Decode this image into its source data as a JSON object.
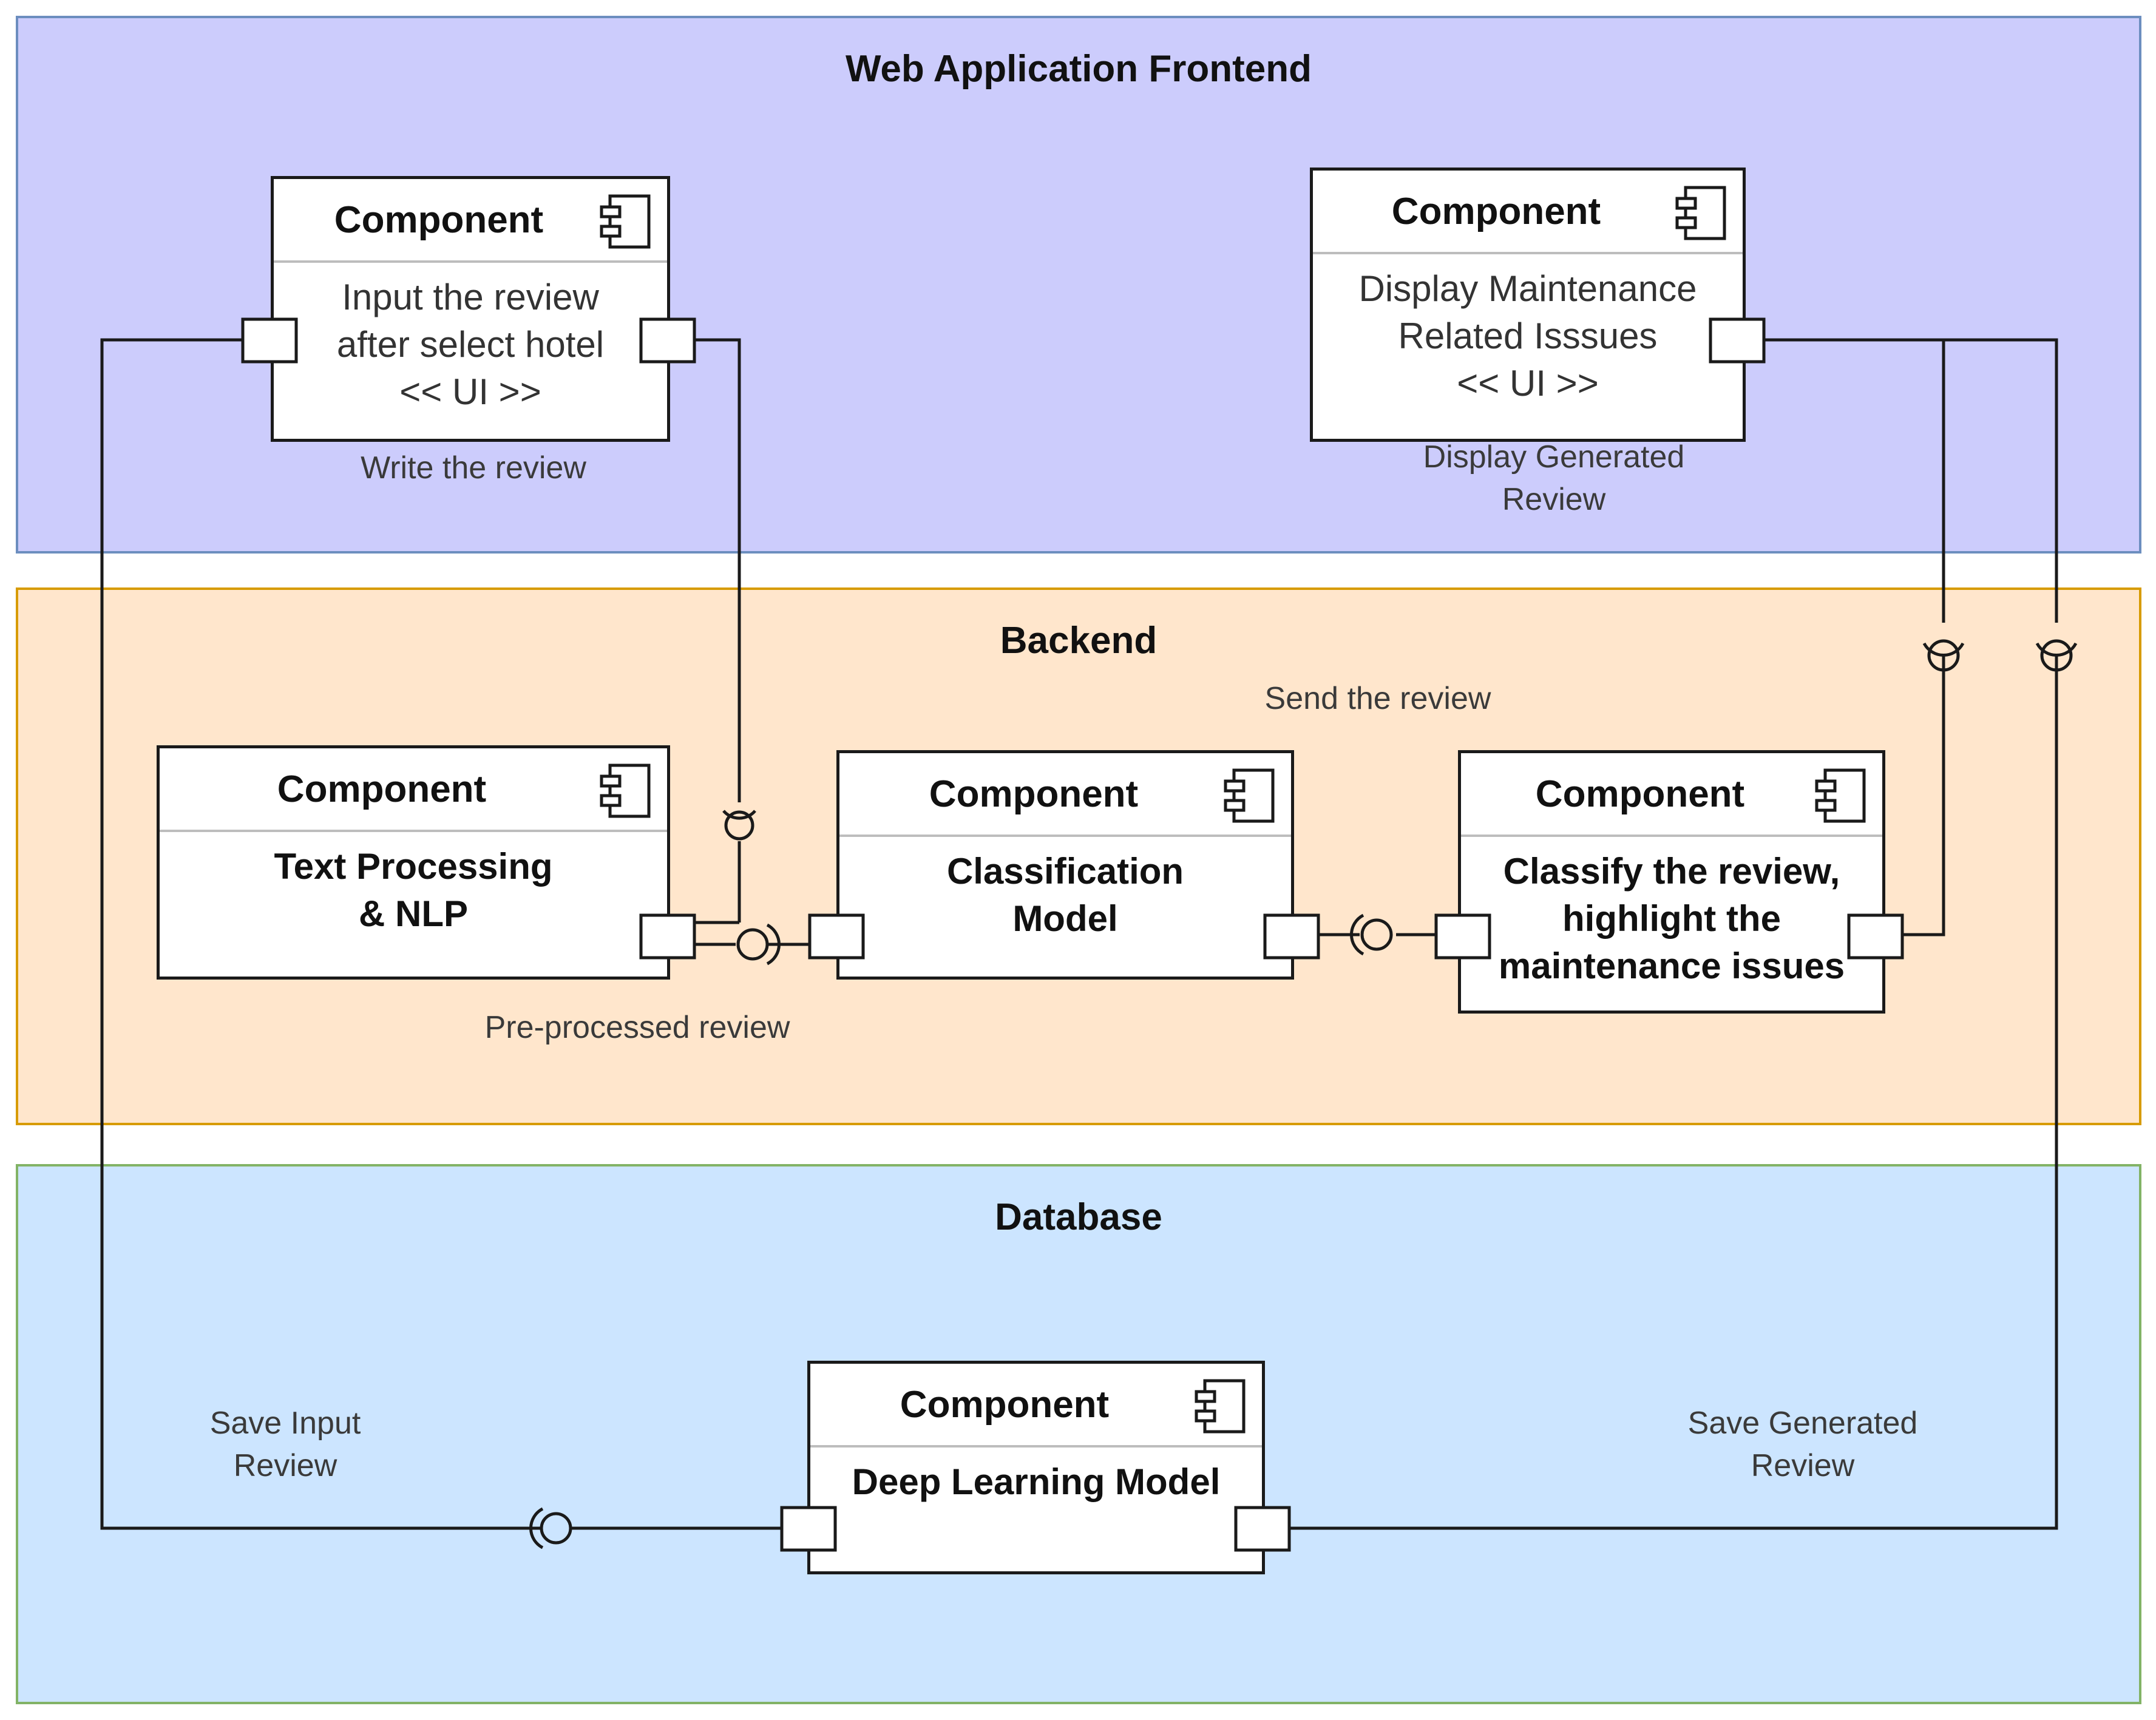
{
  "tiers": {
    "frontend": {
      "title": "Web Application Frontend",
      "fill": "#ccccfc",
      "border": "#6c8ebf"
    },
    "backend": {
      "title": "Backend",
      "fill": "#ffe6cc",
      "border": "#d79b00"
    },
    "database": {
      "title": "Database",
      "fill": "#cce5ff",
      "border": "#82b366"
    }
  },
  "components": {
    "input_ui": {
      "stereotype": "Component",
      "lines": [
        "Input the review",
        "after select hotel",
        "<<  UI >>"
      ]
    },
    "display_ui": {
      "stereotype": "Component",
      "lines": [
        "Display Maintenance",
        "Related Isssues",
        "<<  UI >>"
      ]
    },
    "text_processing": {
      "stereotype": "Component",
      "lines": [
        "Text Processing",
        "& NLP"
      ]
    },
    "classification": {
      "stereotype": "Component",
      "lines": [
        "Classification",
        "Model"
      ]
    },
    "classify_review": {
      "stereotype": "Component",
      "lines": [
        "Classify the review,",
        "highlight the",
        "maintenance issues"
      ]
    },
    "deep_learning": {
      "stereotype": "Component",
      "lines": [
        "Deep Learning Model"
      ]
    }
  },
  "labels": {
    "write_review": [
      "Write the review"
    ],
    "display_generated": [
      "Display Generated",
      "Review"
    ],
    "send_review": [
      "Send the review"
    ],
    "preprocessed": [
      "Pre-processed review"
    ],
    "save_input": [
      "Save Input",
      "Review"
    ],
    "save_generated": [
      "Save Generated",
      "Review"
    ]
  },
  "icon": "component-icon"
}
